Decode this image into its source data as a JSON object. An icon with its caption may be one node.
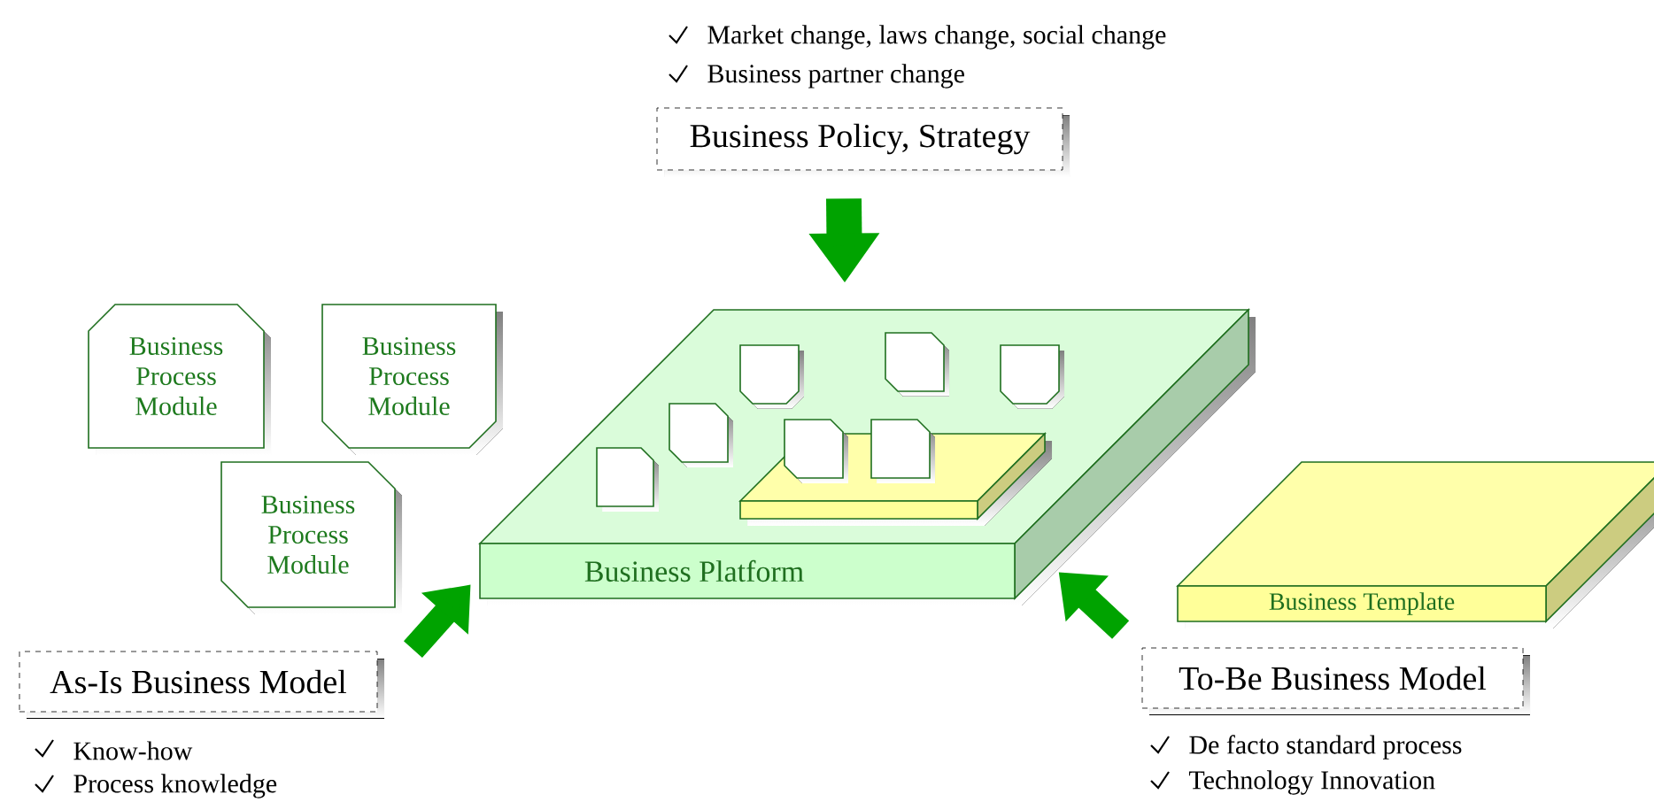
{
  "diagram": {
    "nodes": [
      {
        "text": [
          "Business Policy, Strategy"
        ],
        "beside": [
          "Market change, laws change, social change",
          "Business partner change"
        ]
      },
      {
        "text": [
          "Business Process Module"
        ]
      },
      {
        "text": [
          "Business Process Module"
        ]
      },
      {
        "text": [
          "Business Process Module"
        ]
      },
      {
        "text": [
          "Business Platform"
        ]
      },
      {
        "text": [],
        "shape": "box",
        "in": 4
      },
      {
        "text": [],
        "shape": "box",
        "in": 4
      },
      {
        "text": [],
        "shape": "box",
        "in": 4
      },
      {
        "text": [],
        "shape": "box",
        "in": 4
      },
      {
        "text": [],
        "shape": "box",
        "in": 4
      },
      {
        "text": [],
        "shape": "box",
        "in": 4
      },
      {
        "text": [],
        "shape": "box",
        "in": 4
      },
      {
        "text": [],
        "shape": "box",
        "in": 4
      },
      {
        "text": [
          "Business Template"
        ]
      },
      {
        "text": [
          "As-Is Business Model"
        ],
        "beside": [
          "Know-how",
          "Process knowledge"
        ]
      },
      {
        "text": [
          "To-Be Business Model"
        ],
        "beside": [
          "De facto standard process",
          "Technology Innovation"
        ]
      }
    ],
    "edges": [
      {
        "from": 0,
        "to": 4,
        "arrow": "to"
      },
      {
        "from": 14,
        "to": 4,
        "arrow": "to"
      },
      {
        "from": 15,
        "to": 4,
        "arrow": "to"
      }
    ]
  }
}
